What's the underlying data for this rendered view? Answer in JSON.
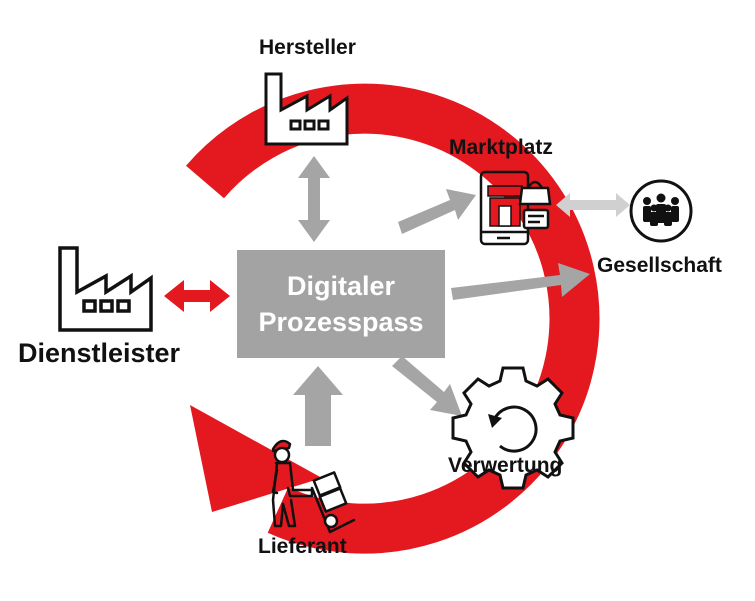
{
  "center": {
    "line1": "Digitaler",
    "line2": "Prozesspass"
  },
  "nodes": {
    "hersteller": "Hersteller",
    "marktplatz": "Marktplatz",
    "gesellschaft": "Gesellschaft",
    "verwertung": "Verwertung",
    "lieferant": "Lieferant",
    "dienstleister": "Dienstleister"
  },
  "colors": {
    "cycle_red": "#e3191f",
    "arrow_gray": "#a5a5a5",
    "arrow_light_gray": "#d0d0d0",
    "box_gray": "#a3a3a3",
    "icon_black": "#111111"
  },
  "icons": {
    "hersteller": "factory-icon",
    "dienstleister": "factory-icon",
    "marktplatz": "mobile-shop-icon",
    "gesellschaft": "people-group-icon",
    "verwertung": "recycle-gear-icon",
    "lieferant": "delivery-worker-icon"
  }
}
